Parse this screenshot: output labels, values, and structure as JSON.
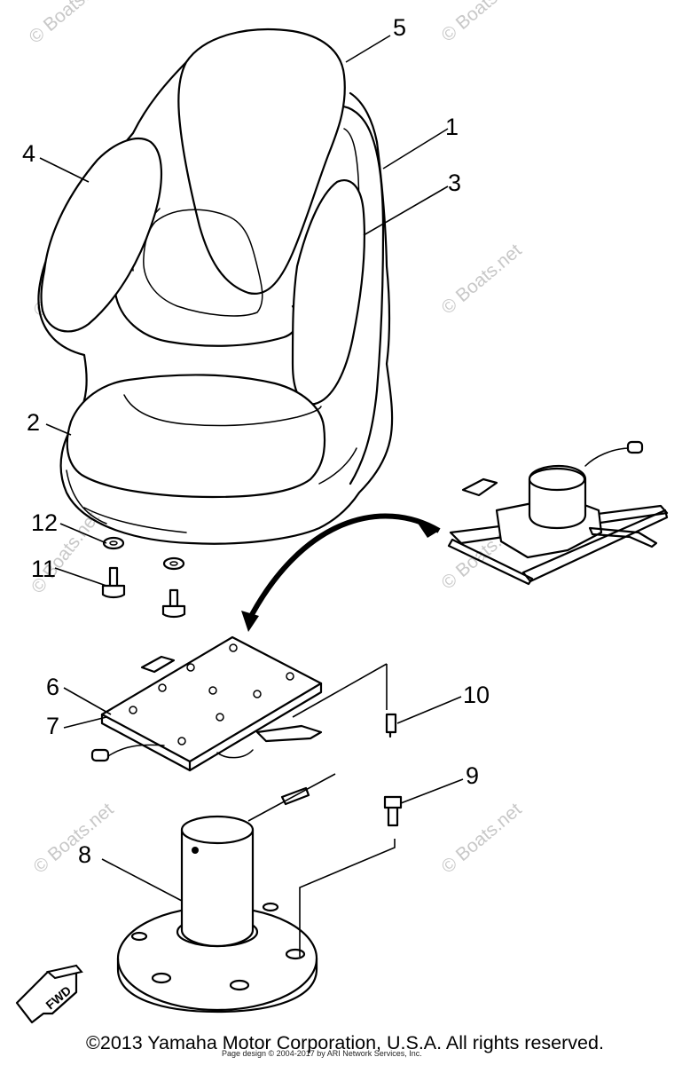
{
  "callouts": [
    "1",
    "2",
    "3",
    "4",
    "5",
    "6",
    "7",
    "8",
    "9",
    "10",
    "11",
    "12"
  ],
  "fwd_label": "FWD",
  "watermark": "© Boats.net",
  "footer": {
    "copyright": "©2013 Yamaha Motor Corporation, U.S.A. All rights reserved.",
    "page_design": "Page design © 2004-2017 by ARI Network Services, Inc."
  }
}
